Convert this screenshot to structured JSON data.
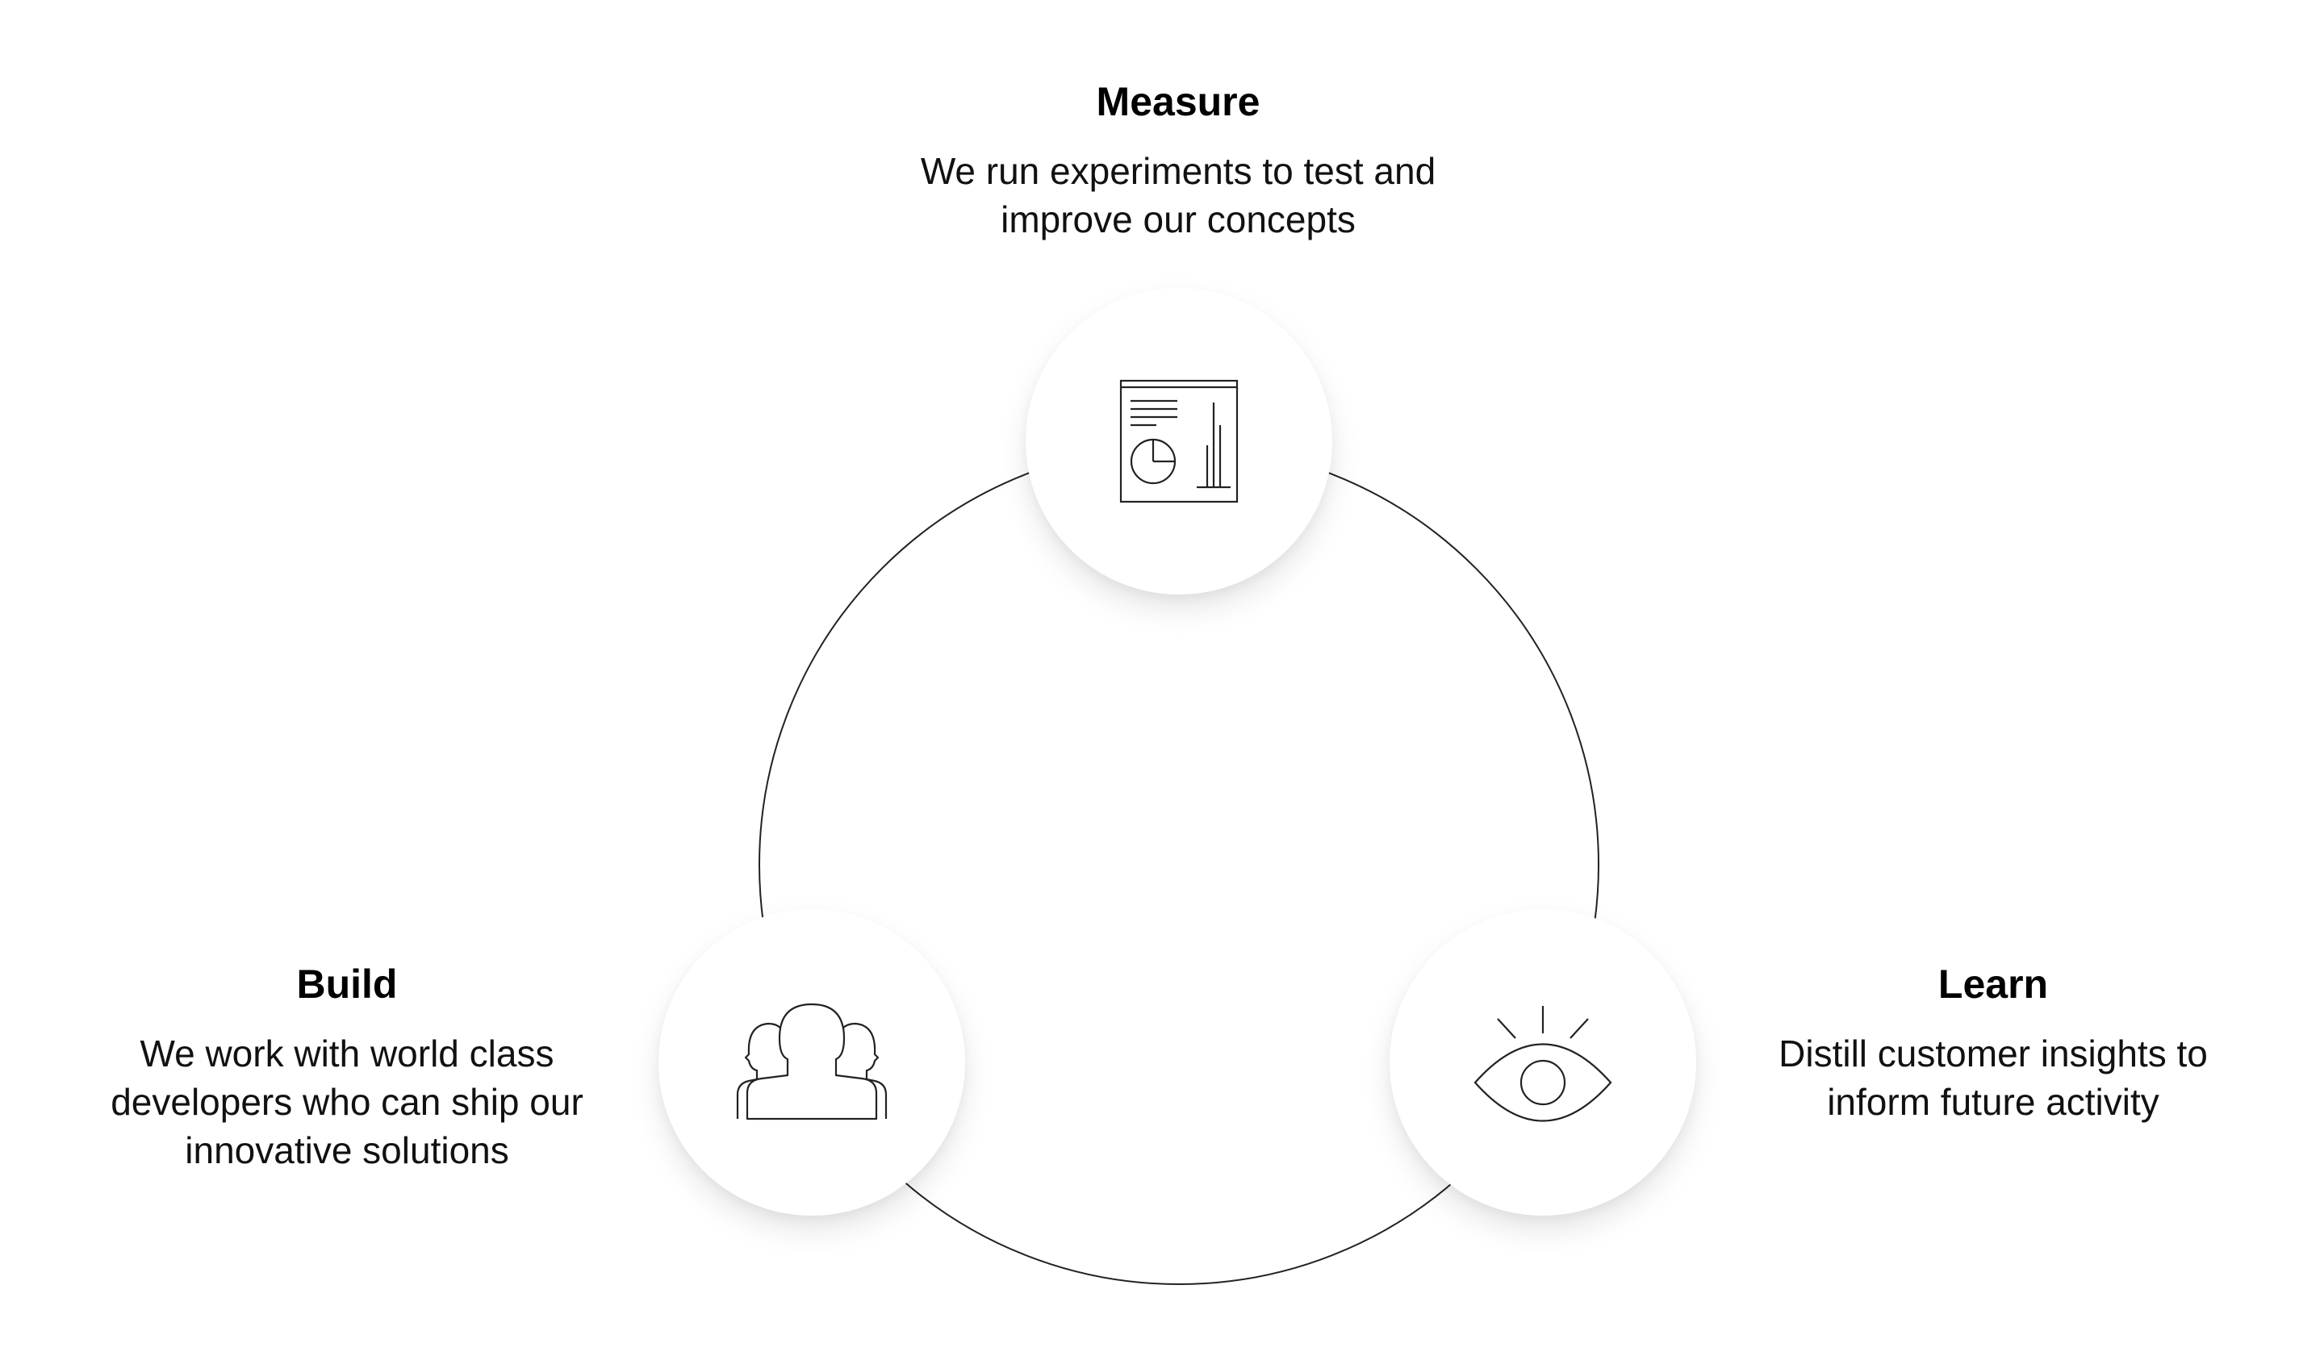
{
  "stages": {
    "measure": {
      "title": "Measure",
      "description_line1": "We run experiments to test and",
      "description_line2": "improve our concepts",
      "icon": "report-chart-icon"
    },
    "build": {
      "title": "Build",
      "description_line1": "We work with world class",
      "description_line2": "developers who can ship our",
      "description_line3": "innovative solutions",
      "icon": "people-icon"
    },
    "learn": {
      "title": "Learn",
      "description_line1": "Distill customer insights to",
      "description_line2": "inform future activity",
      "icon": "eye-icon"
    }
  },
  "colors": {
    "background": "#ffffff",
    "line": "#222222",
    "text": "#111111"
  }
}
